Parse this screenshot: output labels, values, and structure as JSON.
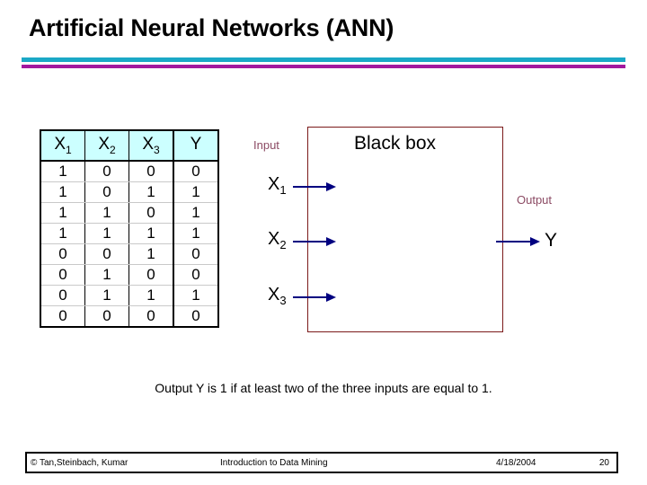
{
  "slide": {
    "title": "Artificial Neural Networks (ANN)",
    "caption": "Output Y is 1 if at least two of the three inputs are equal to 1."
  },
  "theme": {
    "rule_top_color": "#1BA8C6",
    "rule_bottom_color": "#A2189E",
    "table_header_bg": "#CCFFFF",
    "box_border_color": "#7B1A1A",
    "arrow_color": "#000080",
    "port_label_color": "#8B4A63",
    "text_color": "#000000"
  },
  "truth_table": {
    "headers": [
      {
        "base": "X",
        "sub": "1"
      },
      {
        "base": "X",
        "sub": "2"
      },
      {
        "base": "X",
        "sub": "3"
      },
      {
        "base": "Y",
        "sub": ""
      }
    ],
    "rows": [
      [
        "1",
        "0",
        "0",
        "0"
      ],
      [
        "1",
        "0",
        "1",
        "1"
      ],
      [
        "1",
        "1",
        "0",
        "1"
      ],
      [
        "1",
        "1",
        "1",
        "1"
      ],
      [
        "0",
        "0",
        "1",
        "0"
      ],
      [
        "0",
        "1",
        "0",
        "0"
      ],
      [
        "0",
        "1",
        "1",
        "1"
      ],
      [
        "0",
        "0",
        "0",
        "0"
      ]
    ]
  },
  "diagram": {
    "box_label": "Black box",
    "input_label": "Input",
    "output_label": "Output",
    "inputs": [
      {
        "base": "X",
        "sub": "1"
      },
      {
        "base": "X",
        "sub": "2"
      },
      {
        "base": "X",
        "sub": "3"
      }
    ],
    "output": {
      "base": "Y",
      "sub": ""
    }
  },
  "footer": {
    "copyright": "© Tan,Steinbach, Kumar",
    "book_title": "Introduction to Data Mining",
    "date": "4/18/2004",
    "page_number": "20"
  }
}
